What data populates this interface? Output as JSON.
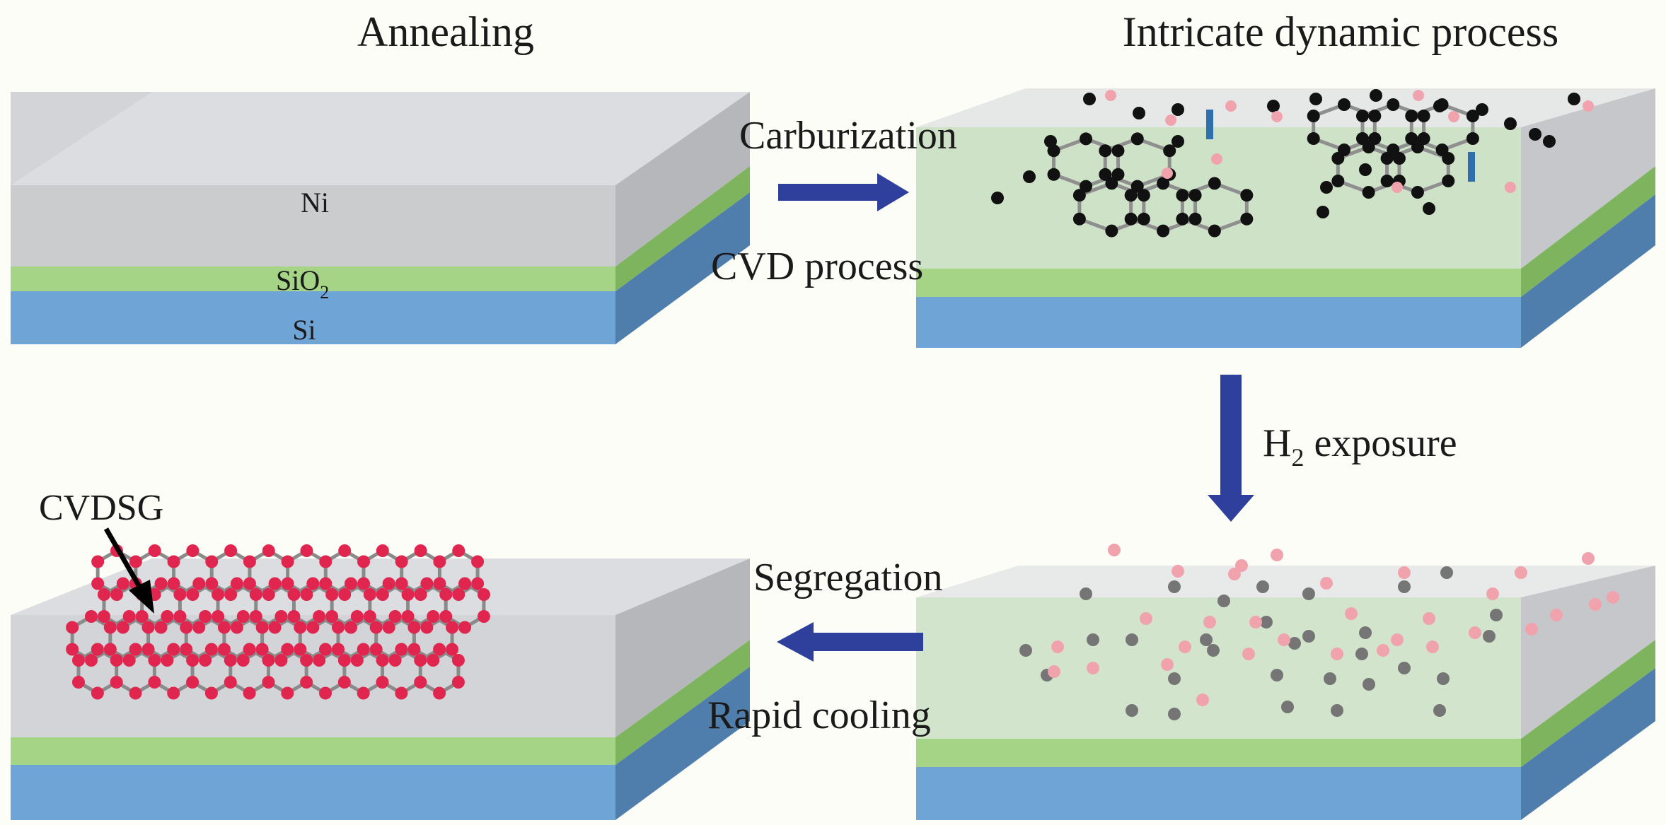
{
  "panels": {
    "annealing": {
      "title": "Annealing",
      "layers": {
        "ni": "Ni",
        "sio2_main": "SiO",
        "sio2_sub": "2",
        "si": "Si"
      }
    },
    "dynamic": {
      "title": "Intricate dynamic process"
    },
    "cooling": {
      "callout": "CVDSG"
    }
  },
  "steps": {
    "carburization": "Carburization",
    "cvd": "CVD process",
    "h2_main": "H",
    "h2_sub": "2",
    "h2_rest": " exposure",
    "segregation": "Segregation",
    "rapid_cooling": "Rapid cooling"
  },
  "colors": {
    "ni_top": "#d6d7d9",
    "ni_side": "#b4b6b9",
    "sio2": "#9fd27f",
    "si": "#6aa2d4",
    "arrow": "#2e3f9c",
    "carbon_dark": "#111111",
    "carbon_gray": "#757575",
    "carbon_pink": "#f1a3ad",
    "graphene": "#e0254f"
  }
}
